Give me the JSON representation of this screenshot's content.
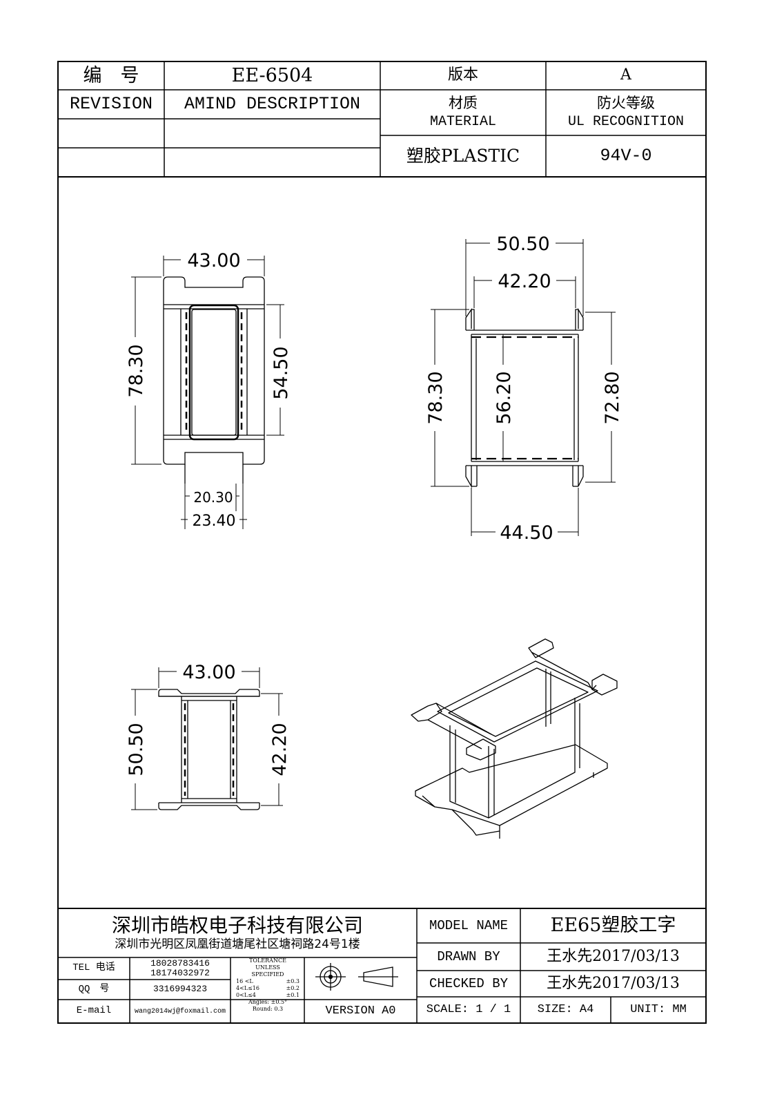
{
  "header": {
    "label_number": "编　号",
    "part_number": "EE-6504",
    "label_version": "版本",
    "version": "A",
    "label_revision": "REVISION",
    "label_amind": "AMIND DESCRIPTION",
    "label_material_cn": "材质",
    "label_material_en": "MATERIAL",
    "label_ul_cn": "防火等级",
    "label_ul_en": "UL RECOGNITION",
    "material": "塑胶PLASTIC",
    "ul_rating": "94V-0"
  },
  "views": {
    "top": {
      "width": "43.00",
      "height": "78.30",
      "inner_height": "54.50",
      "pin_span_inner": "20.30",
      "pin_span_outer": "23.40"
    },
    "side": {
      "width_outer": "50.50",
      "width_inner": "42.20",
      "height_outer": "78.30",
      "height_inner": "56.20",
      "height_right": "72.80",
      "base_width": "44.50"
    },
    "front": {
      "width": "43.00",
      "height_outer": "50.50",
      "height_inner": "42.20"
    }
  },
  "footer": {
    "company": "深圳市皓权电子科技有限公司",
    "address": "深圳市光明区凤凰街道塘尾社区塘祠路24号1楼",
    "tel_label": "TEL 电话",
    "tel1": "18028783416",
    "tel2": "18174032972",
    "qq_label": "QQ　号",
    "qq": "3316994323",
    "email_label": "E-mail",
    "email": "wang2014wj@foxmail.com",
    "tolerance": {
      "title1": "TOLERANCE",
      "title2": "UNLESS",
      "title3": "SPECIFIED",
      "r1_range": "16 <L",
      "r1_val": "±0.3",
      "r2_range": "4<L≤16",
      "r2_val": "±0.2",
      "r3_range": "0<L≤4",
      "r3_val": "±0.1",
      "angles": "Angles: ±0.5°",
      "round": "Round: 0.3"
    },
    "version_label": "VERSION A0",
    "model_label": "MODEL NAME",
    "model_value": "EE65塑胶工字",
    "drawn_label": "DRAWN BY",
    "drawn_value": "王水先2017/03/13",
    "checked_label": "CHECKED BY",
    "checked_value": "王水先2017/03/13",
    "scale_label": "SCALE: 1 / 1",
    "size_label": "SIZE: A4",
    "unit_label": "UNIT: MM"
  }
}
